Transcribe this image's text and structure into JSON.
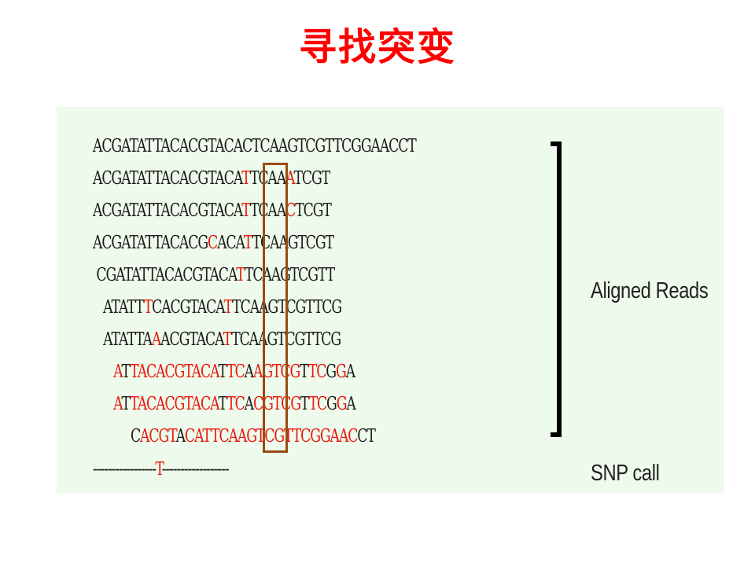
{
  "title": "寻找突变",
  "reference_sequence": "ACGATATTACACGTACACTCAAGTCGTTCGGAACCT",
  "aligned_reads": [
    "ACGATATTACACGTACATTCAAATCGT",
    "ACGATATTACACGTACATTCAACTCGT",
    "ACGATATTACACGCACATTCAAGTCGT",
    " CGATATTACACGTACATTCAAGTCGTT",
    "   ATATTTCACGTACATTCAAGTCGTTCG",
    "   ATATTAAACGTACATTCAAGTCGTTCG",
    "      ATTACACGTACATTCAAGTCGTTCGGA",
    "      ATTACACGTACATTCACGTCGTTCGGA",
    "           CACGTACATTCAAGTCGTTCGGAACCT"
  ],
  "snp_call": "-----------------T------------------",
  "labels": {
    "aligned_reads": "Aligned Reads",
    "snp_call": "SNP call"
  },
  "colors": {
    "title": "#ff0000",
    "panel_background": "#eefaeb",
    "snp_base": "#e8190f",
    "adjacent_base": "#2f3fc2",
    "highlight_box": "#9a4a12"
  }
}
